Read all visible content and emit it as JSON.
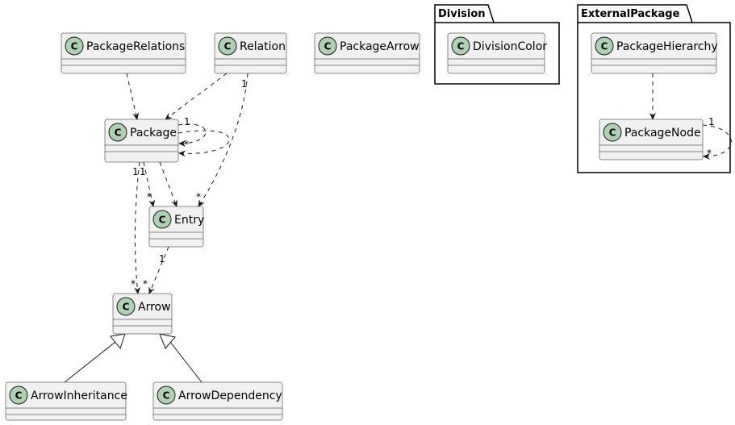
{
  "packages": [
    {
      "id": "division",
      "name": "Division"
    },
    {
      "id": "external",
      "name": "ExternalPackage"
    }
  ],
  "classes": [
    {
      "id": "packagerelations",
      "name": "PackageRelations",
      "badge": "C"
    },
    {
      "id": "relation",
      "name": "Relation",
      "badge": "C"
    },
    {
      "id": "packagearrow",
      "name": "PackageArrow",
      "badge": "C"
    },
    {
      "id": "package",
      "name": "Package",
      "badge": "C"
    },
    {
      "id": "entry",
      "name": "Entry",
      "badge": "C"
    },
    {
      "id": "arrow",
      "name": "Arrow",
      "badge": "C"
    },
    {
      "id": "arrowinheritance",
      "name": "ArrowInheritance",
      "badge": "C"
    },
    {
      "id": "arrowdependency",
      "name": "ArrowDependency",
      "badge": "C"
    },
    {
      "id": "divisioncolor",
      "name": "DivisionColor",
      "badge": "C"
    },
    {
      "id": "packagehierarchy",
      "name": "PackageHierarchy",
      "badge": "C"
    },
    {
      "id": "packagenode",
      "name": "PackageNode",
      "badge": "C"
    }
  ],
  "relations": [
    {
      "from": "PackageRelations",
      "to": "Package",
      "kind": "dependency"
    },
    {
      "from": "Relation",
      "to": "Package",
      "kind": "dependency"
    },
    {
      "from": "Relation",
      "to": "Entry",
      "kind": "dependency",
      "from_mult": "1",
      "to_mult": "*"
    },
    {
      "from": "Package",
      "to": "Package",
      "kind": "dependency",
      "from_mult": "1",
      "to_mult": "*"
    },
    {
      "from": "Package",
      "to": "Entry",
      "kind": "dependency",
      "from_mult": "1",
      "to_mult": "*"
    },
    {
      "from": "Package",
      "to": "Entry",
      "kind": "dependency"
    },
    {
      "from": "Package",
      "to": "Arrow",
      "kind": "dependency",
      "from_mult": "1",
      "to_mult": "*"
    },
    {
      "from": "Entry",
      "to": "Arrow",
      "kind": "dependency",
      "from_mult": "1",
      "to_mult": "*"
    },
    {
      "from": "ArrowInheritance",
      "to": "Arrow",
      "kind": "inheritance"
    },
    {
      "from": "ArrowDependency",
      "to": "Arrow",
      "kind": "inheritance"
    },
    {
      "from": "PackageHierarchy",
      "to": "PackageNode",
      "kind": "dependency"
    },
    {
      "from": "PackageNode",
      "to": "PackageNode",
      "kind": "dependency",
      "from_mult": "1",
      "to_mult": "*"
    }
  ],
  "colors": {
    "class_fill": "#f1f1f1",
    "class_border": "#181818",
    "badge_fill": "#add1b2",
    "line": "#181818",
    "background": "#ffffff"
  }
}
